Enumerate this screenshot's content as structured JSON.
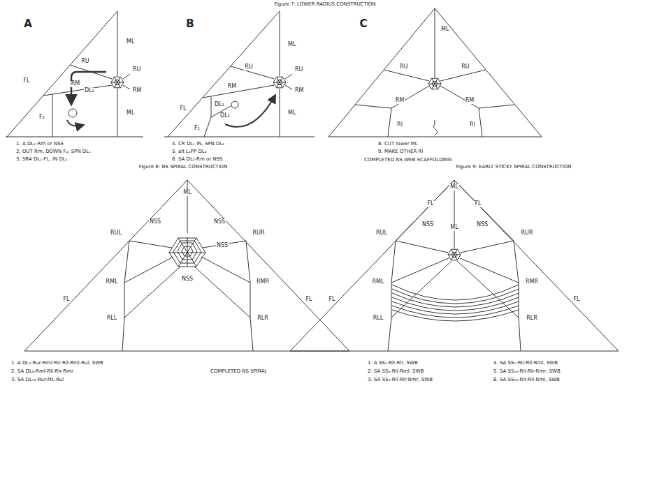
{
  "diagram": {
    "title": "Figure 7: LOWER RADIUS CONSTRUCTION",
    "labels": [
      "A",
      "FL",
      "ML",
      "RU",
      "RU",
      "RM",
      "RM",
      "DL₁",
      "F₂",
      "ML",
      "1. A DL₁-Rm or NSS",
      "2. OUT Rm, DOWN F₂, SPN DL₁",
      "3. SRA DL₁-FL, IN DL₁",
      "B",
      "ML",
      "RU",
      "RU",
      "RM",
      "RM",
      "FL",
      "DL₁",
      "DL₂",
      "F₁",
      "ML",
      "4. CR DL₁ IN, SPN DL₂",
      "5. alt L₄PP DL₂",
      "6. SA DL₂-Rm or NSS",
      "C",
      "ML",
      "RU",
      "RU",
      "RM",
      "RM",
      "Rl",
      "Rl",
      "8. CUT lower ML",
      "9. MAKE OTHER Rl",
      "COMPLETED NS WEB SCAFFOLDING",
      "Figure 8: NS SPIRAL CONSTRUCTiON",
      "ML",
      "NSS",
      "NSS",
      "NSS",
      "NSS",
      "RUL",
      "RUR",
      "RML",
      "RMR",
      "RLL",
      "RLR",
      "FL",
      "FL",
      "1. A DL₁-Rur-Rmr-Rlr-Rll-Rml-Rul, SWB",
      "2. SA DL₆-Rml-Rll-Rlr-Rmr",
      "3. SA DL₁₀-Rur-ML-Rul",
      "COMPLETED NS SPIRAL",
      "Figure 9: EARLY STICKY SPIRAL CONSTRUCTION",
      "ML",
      "FL",
      "FL",
      "NSS",
      "NSS",
      "ML",
      "RUL",
      "RUR",
      "RML",
      "RMR",
      "RLL",
      "RLR",
      "FL",
      "FL",
      "1. A SS₁-Rll-Rlr, SWB",
      "2. SA SS₂-Rll-Rml, SWB",
      "3. SA SS₄-Rll-Rlr-Rmr, SWB",
      "4. SA SS₇-Rlr-Rll-Rml, SWB",
      "5. SA SS₁₀-Rll-Rlr-Rmr, SWB",
      "6. SA SS₁₃-Rlr-Rll-Rml, SWB"
    ]
  }
}
